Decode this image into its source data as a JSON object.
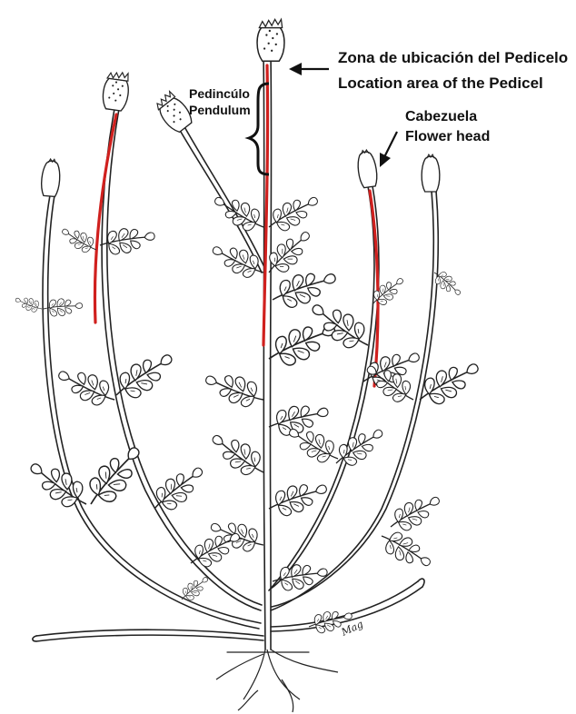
{
  "labels": {
    "pedicel_zone_es": "Zona de ubicación del Pedicelo",
    "pedicel_zone_en": "Location area of the Pedicel",
    "peduncle_es": "Pedincúlo",
    "peduncle_en": "Pendulum",
    "flower_head_es": "Cabezuela",
    "flower_head_en": "Flower head",
    "signature": "Mag"
  },
  "colors": {
    "line": "#222222",
    "highlight": "#d0201e",
    "background": "#ffffff"
  }
}
